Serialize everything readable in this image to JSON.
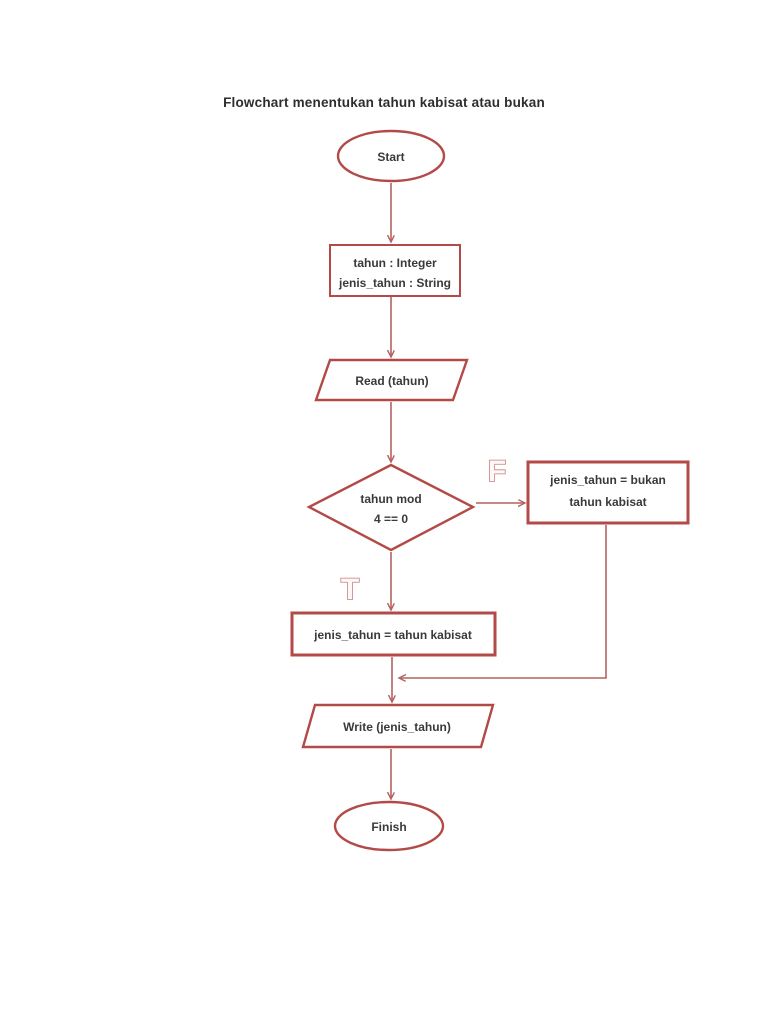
{
  "page": {
    "title": "Flowchart menentukan tahun kabisat atau bukan"
  },
  "colors": {
    "shape_border": "#b34a47",
    "connector": "#b4625f",
    "text": "#3a3a3a",
    "branch_label_outline": "#c47f7c"
  },
  "flowchart": {
    "nodes": {
      "start": {
        "type": "terminator",
        "label": "Start"
      },
      "declare": {
        "type": "process",
        "line1": "tahun : Integer",
        "line2": "jenis_tahun : String"
      },
      "read": {
        "type": "input",
        "label": "Read (tahun)"
      },
      "decision": {
        "type": "decision",
        "line1": "tahun mod",
        "line2": "4 == 0"
      },
      "not_leap": {
        "type": "process",
        "line1": "jenis_tahun = bukan",
        "line2": "tahun kabisat"
      },
      "leap": {
        "type": "process",
        "label": "jenis_tahun = tahun kabisat"
      },
      "write": {
        "type": "output",
        "label": "Write (jenis_tahun)"
      },
      "finish": {
        "type": "terminator",
        "label": "Finish"
      }
    },
    "branch_labels": {
      "false": "F",
      "true": "T"
    }
  }
}
